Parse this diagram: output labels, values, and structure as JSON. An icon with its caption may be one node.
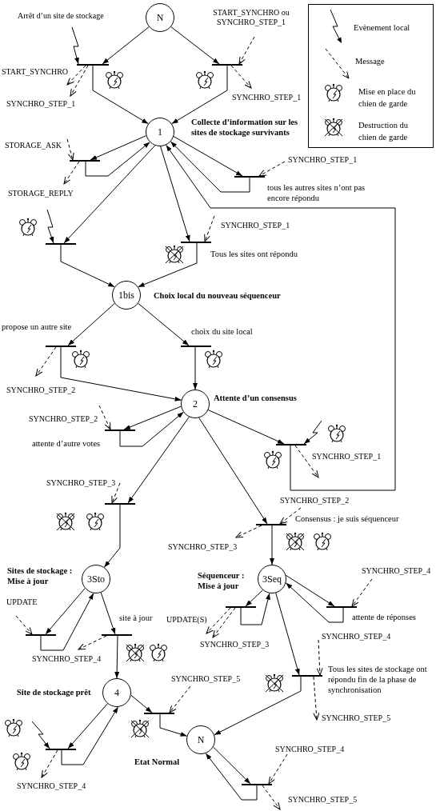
{
  "diagram": {
    "nodes": [
      {
        "text": [
          "N"
        ]
      },
      {
        "text": [],
        "shape": "bar"
      },
      {
        "text": [],
        "shape": "bar"
      },
      {
        "text": [
          "1"
        ],
        "beside": [
          "Collecte d’information sur les sites de stockage survivants"
        ]
      },
      {
        "text": [],
        "shape": "bar"
      },
      {
        "text": [],
        "shape": "bar",
        "beside": [
          "tous les autres sites n’ont pas encore répondu"
        ]
      },
      {
        "text": [],
        "shape": "bar"
      },
      {
        "text": [],
        "shape": "bar",
        "beside": [
          "Tous les sites ont répondu"
        ]
      },
      {
        "text": [
          "1bis"
        ],
        "beside": [
          "Choix local du nouveau séquenceur"
        ]
      },
      {
        "text": [],
        "shape": "bar",
        "beside": [
          "propose un autre site"
        ]
      },
      {
        "text": [],
        "shape": "bar",
        "beside": [
          "choix du site local"
        ]
      },
      {
        "text": [
          "2"
        ],
        "beside": [
          "Attente d’un consensus"
        ]
      },
      {
        "text": [],
        "shape": "bar",
        "beside": [
          "attente d’autre votes"
        ]
      },
      {
        "text": [],
        "shape": "bar"
      },
      {
        "text": [],
        "shape": "bar"
      },
      {
        "text": [],
        "shape": "bar",
        "beside": [
          "Consensus : je suis séquenceur"
        ]
      },
      {
        "text": [
          "3Sto"
        ],
        "beside": [
          "Sites de stockage : Mise à jour"
        ]
      },
      {
        "text": [
          "3Seq"
        ],
        "beside": [
          "Séquenceur : Mise à jour"
        ]
      },
      {
        "text": [],
        "shape": "bar"
      },
      {
        "text": [],
        "shape": "bar",
        "beside": [
          "site à jour"
        ]
      },
      {
        "text": [],
        "shape": "bar"
      },
      {
        "text": [],
        "shape": "bar",
        "beside": [
          "attente de réponses"
        ]
      },
      {
        "text": [],
        "shape": "bar",
        "beside": [
          "Tous les sites de stockage ont répondu fin de la phase de synchronisation"
        ]
      },
      {
        "text": [
          "4"
        ],
        "beside": [
          "Site de stockage prêt"
        ]
      },
      {
        "text": [],
        "shape": "bar"
      },
      {
        "text": [
          "N"
        ],
        "beside": [
          "Etat Normal"
        ]
      },
      {
        "text": [],
        "shape": "bar"
      },
      {
        "text": [],
        "shape": "bar"
      }
    ],
    "edges": [
      {
        "from": null,
        "to": 1,
        "arrow": "to",
        "label": "Arrêt d’un site de stockage"
      },
      {
        "from": 0,
        "to": 1,
        "arrow": "to"
      },
      {
        "from": 0,
        "to": 2,
        "arrow": "to"
      },
      {
        "from": null,
        "to": 2,
        "arrow": "to",
        "style": "dashed",
        "label": "START_SYNCHRO ou SYNCHRO_STEP_1"
      },
      {
        "from": 1,
        "to": null,
        "arrow": "to",
        "style": "dashed",
        "label": "START_SYNCHRO"
      },
      {
        "from": 1,
        "to": null,
        "arrow": "to",
        "style": "dashed",
        "label": "SYNCHRO_STEP_1"
      },
      {
        "from": 2,
        "to": null,
        "arrow": "to",
        "style": "dashed",
        "label": "SYNCHRO_STEP_1"
      },
      {
        "from": 1,
        "to": 3,
        "arrow": "to"
      },
      {
        "from": 2,
        "to": 3,
        "arrow": "to"
      },
      {
        "from": 3,
        "to": 4,
        "arrow": "to"
      },
      {
        "from": 4,
        "to": 3,
        "arrow": "to"
      },
      {
        "from": null,
        "to": 4,
        "arrow": "to",
        "style": "dashed",
        "label": "STORAGE_ASK"
      },
      {
        "from": 4,
        "to": null,
        "arrow": "to",
        "style": "dashed",
        "label": "STORAGE_REPLY"
      },
      {
        "from": 3,
        "to": 5,
        "arrow": "to"
      },
      {
        "from": 5,
        "to": 3,
        "arrow": "to"
      },
      {
        "from": null,
        "to": 5,
        "arrow": "to",
        "style": "dashed",
        "label": "SYNCHRO_STEP_1"
      },
      {
        "from": 3,
        "to": 6,
        "arrow": "to"
      },
      {
        "from": null,
        "to": 6,
        "arrow": "to"
      },
      {
        "from": 3,
        "to": 7,
        "arrow": "to"
      },
      {
        "from": null,
        "to": 7,
        "arrow": "to",
        "style": "dashed",
        "label": "SYNCHRO_STEP_1"
      },
      {
        "from": 6,
        "to": 8,
        "arrow": "to"
      },
      {
        "from": 7,
        "to": 8,
        "arrow": "to"
      },
      {
        "from": 8,
        "to": 9,
        "arrow": "to"
      },
      {
        "from": 8,
        "to": 10,
        "arrow": "to"
      },
      {
        "from": 9,
        "to": null,
        "arrow": "to",
        "style": "dashed",
        "label": "SYNCHRO_STEP_2"
      },
      {
        "from": 9,
        "to": 11,
        "arrow": "to"
      },
      {
        "from": 10,
        "to": 11,
        "arrow": "to"
      },
      {
        "from": 11,
        "to": 12,
        "arrow": "to"
      },
      {
        "from": 12,
        "to": 11,
        "arrow": "to"
      },
      {
        "from": null,
        "to": 12,
        "arrow": "to",
        "style": "dashed",
        "label": "SYNCHRO_STEP_2"
      },
      {
        "from": 11,
        "to": 13,
        "arrow": "to"
      },
      {
        "from": null,
        "to": 13,
        "arrow": "to"
      },
      {
        "from": 13,
        "to": null,
        "arrow": "to",
        "style": "dashed",
        "label": "SYNCHRO_STEP_1"
      },
      {
        "from": 13,
        "to": 3,
        "arrow": "to"
      },
      {
        "from": 11,
        "to": 14,
        "arrow": "to"
      },
      {
        "from": null,
        "to": 14,
        "arrow": "to",
        "style": "dashed",
        "label": "SYNCHRO_STEP_3"
      },
      {
        "from": 11,
        "to": 15,
        "arrow": "to"
      },
      {
        "from": null,
        "to": 15,
        "arrow": "to",
        "style": "dashed",
        "label": "SYNCHRO_STEP_2"
      },
      {
        "from": 15,
        "to": null,
        "arrow": "to",
        "style": "dashed",
        "label": "SYNCHRO_STEP_3"
      },
      {
        "from": 14,
        "to": 16,
        "arrow": "to"
      },
      {
        "from": 15,
        "to": 17,
        "arrow": "to"
      },
      {
        "from": 16,
        "to": 18,
        "arrow": "to"
      },
      {
        "from": 18,
        "to": 16,
        "arrow": "to"
      },
      {
        "from": null,
        "to": 18,
        "arrow": "to",
        "style": "dashed",
        "label": "UPDATE"
      },
      {
        "from": 16,
        "to": 19,
        "arrow": "to"
      },
      {
        "from": 19,
        "to": null,
        "arrow": "to",
        "style": "dashed",
        "label": "SYNCHRO_STEP_4"
      },
      {
        "from": 19,
        "to": 23,
        "arrow": "to"
      },
      {
        "from": 17,
        "to": 20,
        "arrow": "to"
      },
      {
        "from": 20,
        "to": 17,
        "arrow": "to"
      },
      {
        "from": 20,
        "to": null,
        "arrow": "to",
        "style": "dashed",
        "label": "UPDATE(S)"
      },
      {
        "from": 20,
        "to": null,
        "arrow": "to",
        "style": "dashed",
        "label": "SYNCHRO_STEP_3"
      },
      {
        "from": 17,
        "to": 21,
        "arrow": "to"
      },
      {
        "from": 21,
        "to": 17,
        "arrow": "to"
      },
      {
        "from": null,
        "to": 21,
        "arrow": "to",
        "style": "dashed",
        "label": "SYNCHRO_STEP_4"
      },
      {
        "from": 17,
        "to": 22,
        "arrow": "to"
      },
      {
        "from": null,
        "to": 22,
        "arrow": "to",
        "style": "dashed",
        "label": "SYNCHRO_STEP_4"
      },
      {
        "from": 22,
        "to": null,
        "arrow": "to",
        "style": "dashed",
        "label": "SYNCHRO_STEP_5"
      },
      {
        "from": 22,
        "to": 25,
        "arrow": "to"
      },
      {
        "from": 23,
        "to": 24,
        "arrow": "to"
      },
      {
        "from": null,
        "to": 24,
        "arrow": "to",
        "style": "dashed",
        "label": "SYNCHRO_STEP_5"
      },
      {
        "from": 24,
        "to": 25,
        "arrow": "to"
      },
      {
        "from": 23,
        "to": 26,
        "arrow": "to"
      },
      {
        "from": 26,
        "to": 23,
        "arrow": "to"
      },
      {
        "from": null,
        "to": 26,
        "arrow": "to"
      },
      {
        "from": 26,
        "to": null,
        "arrow": "to",
        "style": "dashed",
        "label": "SYNCHRO_STEP_4"
      },
      {
        "from": 25,
        "to": 27,
        "arrow": "to"
      },
      {
        "from": 27,
        "to": 25,
        "arrow": "to"
      },
      {
        "from": null,
        "to": 27,
        "arrow": "to",
        "style": "dashed",
        "label": "SYNCHRO_STEP_4"
      },
      {
        "from": 27,
        "to": null,
        "arrow": "to",
        "style": "dashed",
        "label": "SYNCHRO_STEP_5"
      }
    ],
    "legend": [
      {
        "text": "Evènement local"
      },
      {
        "text": "Message"
      },
      {
        "text": "Mise en place du chien de garde"
      },
      {
        "text": "Destruction du chien de garde"
      }
    ]
  }
}
